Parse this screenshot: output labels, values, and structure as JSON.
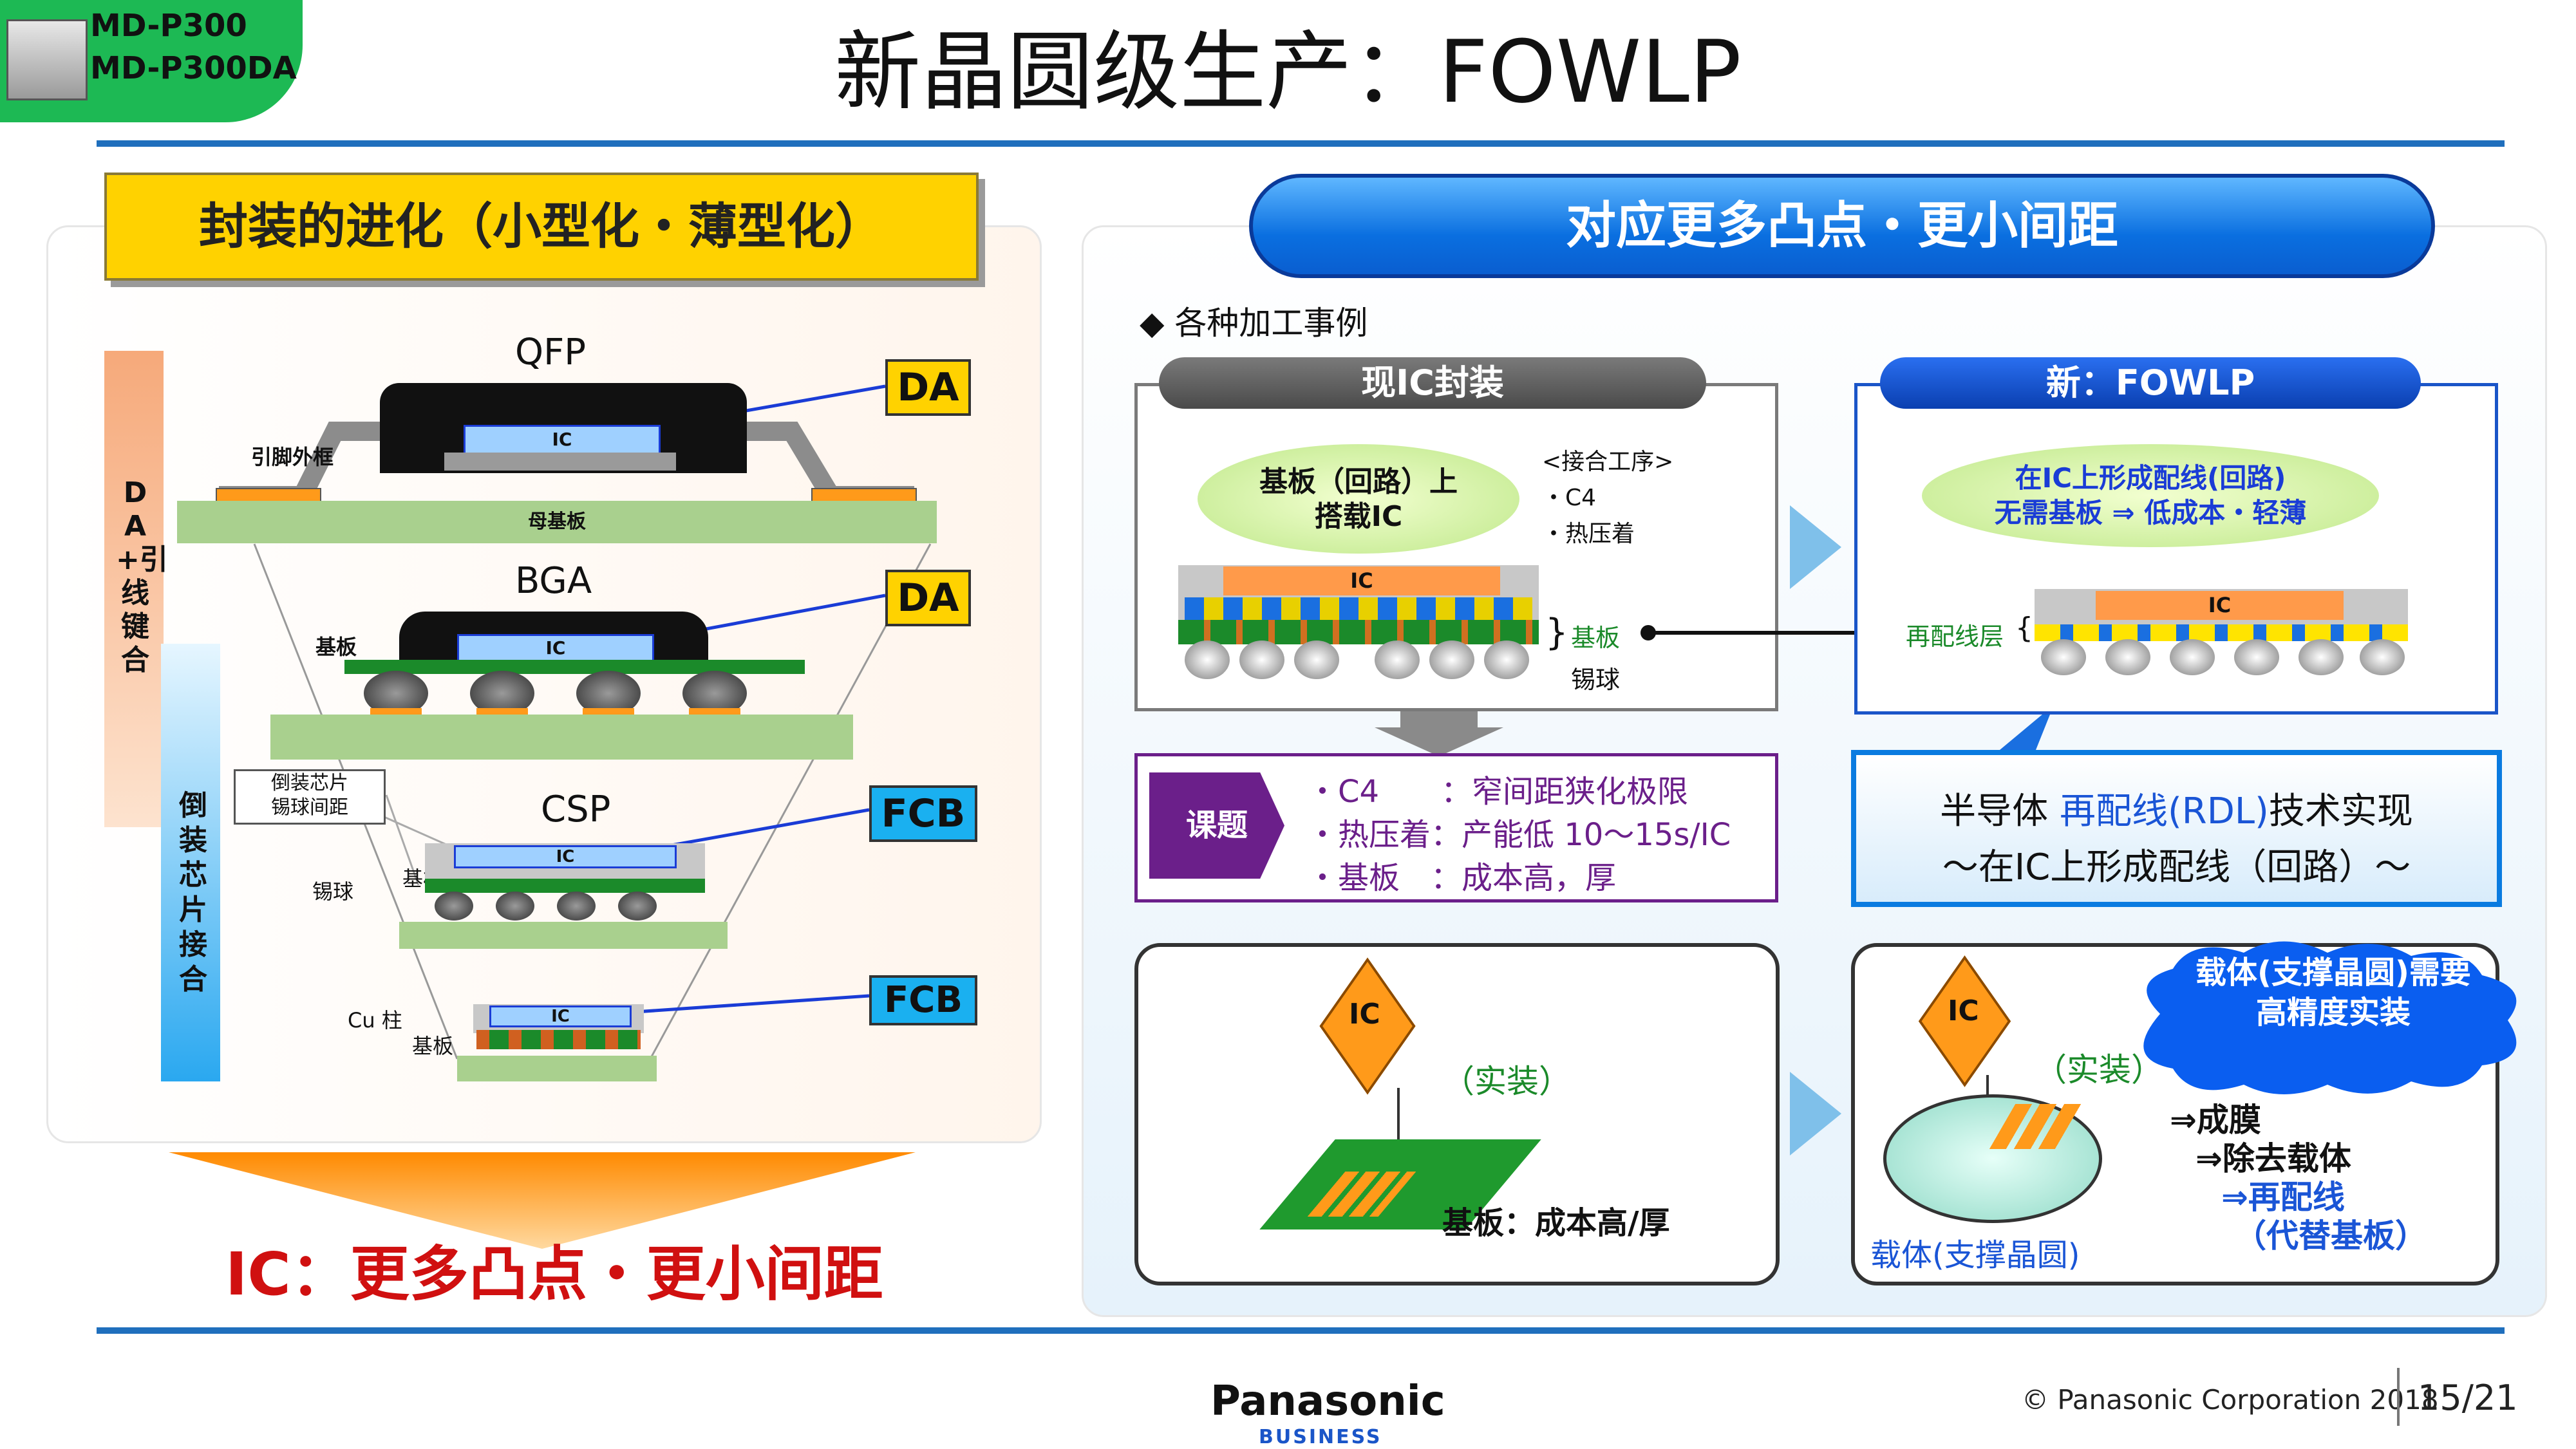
{
  "corner": {
    "line1": "MD-P300",
    "line2": "MD-P300DA"
  },
  "title": "新晶圆级生产：FOWLP",
  "left": {
    "header": "封装的进化（小型化・薄型化）",
    "vertical_da": "DA+引线键合",
    "vertical_fc": "倒装芯片接合",
    "qfp": "QFP",
    "bga": "BGA",
    "csp": "CSP",
    "badge_da": "DA",
    "badge_fcb": "FCB",
    "ic": "IC",
    "leadframe": "引脚外框",
    "mother_board": "母基板",
    "substrate": "基板",
    "solder_ball": "锡球",
    "pitch_label": "倒装芯片\n锡球间距",
    "cu_pillar": "Cu 柱",
    "bottom_text": "IC：更多凸点・更小间距"
  },
  "right": {
    "header": "对应更多凸点・更小间距",
    "subtitle": "◆ 各种加工事例",
    "current_tab": "现IC封装",
    "new_tab": "新：FOWLP",
    "current_pill": "基板（回路）上\n搭载IC",
    "process": "<接合工序>\n・C4\n・热压着",
    "ic": "IC",
    "substrate_label": "基板",
    "solder_label": "锡球",
    "rdl_label": "再配线层",
    "new_pill_line1": "在IC上形成配线(回路)",
    "new_pill_line2": "无需基板 ⇒ 低成本・轻薄",
    "issue_label": "课题",
    "issues": [
      "・C4　　：窄间距狭化极限",
      "・热压着：产能低 10〜15s/IC",
      "・基板　：成本高，厚"
    ],
    "rdl_box_line1_a": "半导体 ",
    "rdl_box_line1_b": "再配线(RDL)",
    "rdl_box_line1_c": "技术实现",
    "rdl_box_line2": "〜在IC上形成配线（回路）〜",
    "mount": "（实装）",
    "board_cost": "基板：成本高/厚",
    "cloud": "载体(支撑晶圆)需要\n高精度实装",
    "step1": "⇒成膜",
    "step2": "⇒除去载体",
    "step3": "⇒再配线",
    "step4": "（代替基板）",
    "carrier": "载体(支撑晶圆)"
  },
  "footer": {
    "brand": "Panasonic",
    "brand_sub": "BUSINESS",
    "copyright": "© Panasonic Corporation 2018",
    "page": "15/21"
  },
  "colors": {
    "accent_blue": "#1f6fbd",
    "corner_green": "#1db954",
    "header_yellow": "#ffd200",
    "bottom_red": "#d01010",
    "issue_purple": "#6b1f8a",
    "rdl_blue": "#0a7be0"
  }
}
